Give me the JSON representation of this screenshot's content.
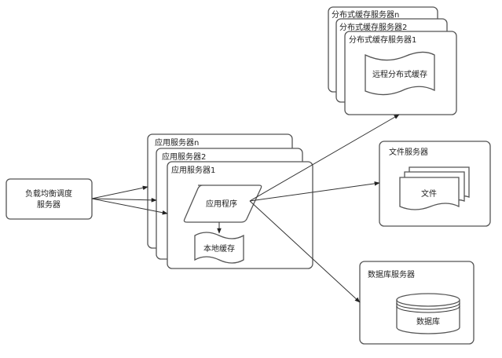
{
  "diagram": {
    "type": "architecture",
    "colors": {
      "stroke": "#555555",
      "text": "#222222",
      "background": "#ffffff"
    },
    "load_balancer": {
      "label_line1": "负载均衡调度",
      "label_line2": "服务器"
    },
    "app_servers": {
      "stack": [
        "应用服务器n",
        "应用服务器2",
        "应用服务器1"
      ],
      "app_program": "应用程序",
      "local_cache": "本地缓存"
    },
    "dist_cache_servers": {
      "stack": [
        "分布式缓存服务器n",
        "分布式缓存服务器2",
        "分布式缓存服务器1"
      ],
      "remote_cache": "远程分布式缓存"
    },
    "file_server": {
      "title": "文件服务器",
      "files": "文件"
    },
    "db_server": {
      "title": "数据库服务器",
      "database": "数据库"
    },
    "edges": [
      {
        "from": "负载均衡调度服务器",
        "to": "应用服务器n"
      },
      {
        "from": "负载均衡调度服务器",
        "to": "应用服务器2"
      },
      {
        "from": "负载均衡调度服务器",
        "to": "应用服务器1"
      },
      {
        "from": "应用程序",
        "to": "本地缓存"
      },
      {
        "from": "应用程序",
        "to": "分布式缓存服务器1"
      },
      {
        "from": "应用程序",
        "to": "文件服务器"
      },
      {
        "from": "应用程序",
        "to": "数据库服务器"
      }
    ]
  }
}
